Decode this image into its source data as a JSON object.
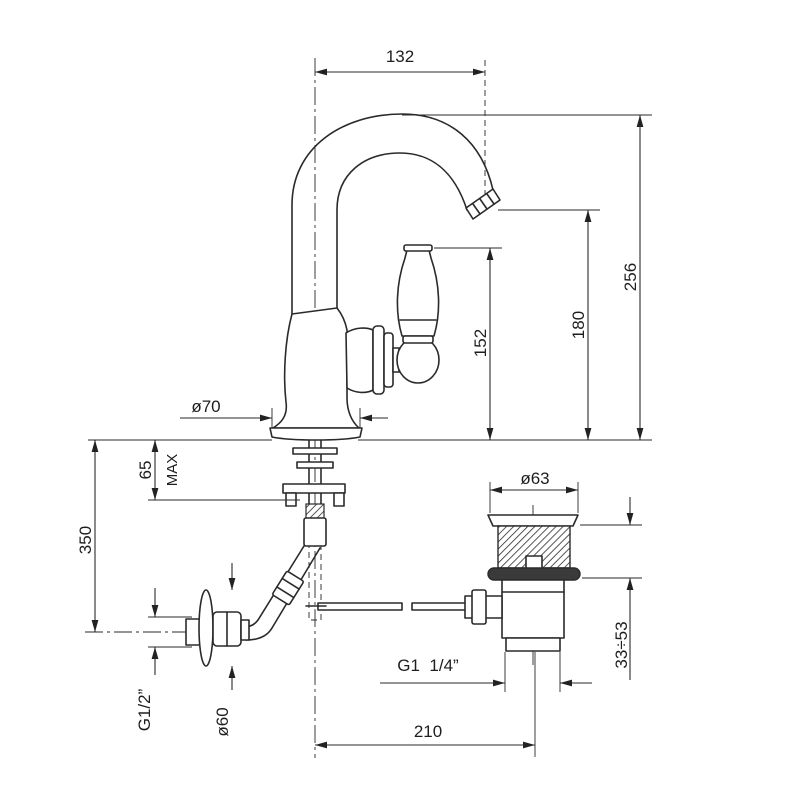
{
  "drawing": {
    "dimensions": {
      "spout_reach": "132",
      "overall_height": "256",
      "spout_outlet_height": "180",
      "handle_height": "152",
      "base_diameter": "ø70",
      "deck_thickness": "65",
      "deck_thickness_suffix": "MAX",
      "supply_hose_length": "350",
      "drain_flange_diameter": "ø63",
      "drain_adjust_range": "33÷53",
      "drain_thread": "G1  1/4”",
      "supply_thread": "G1/2”",
      "rosette_diameter": "ø60",
      "drain_offset": "210"
    }
  }
}
